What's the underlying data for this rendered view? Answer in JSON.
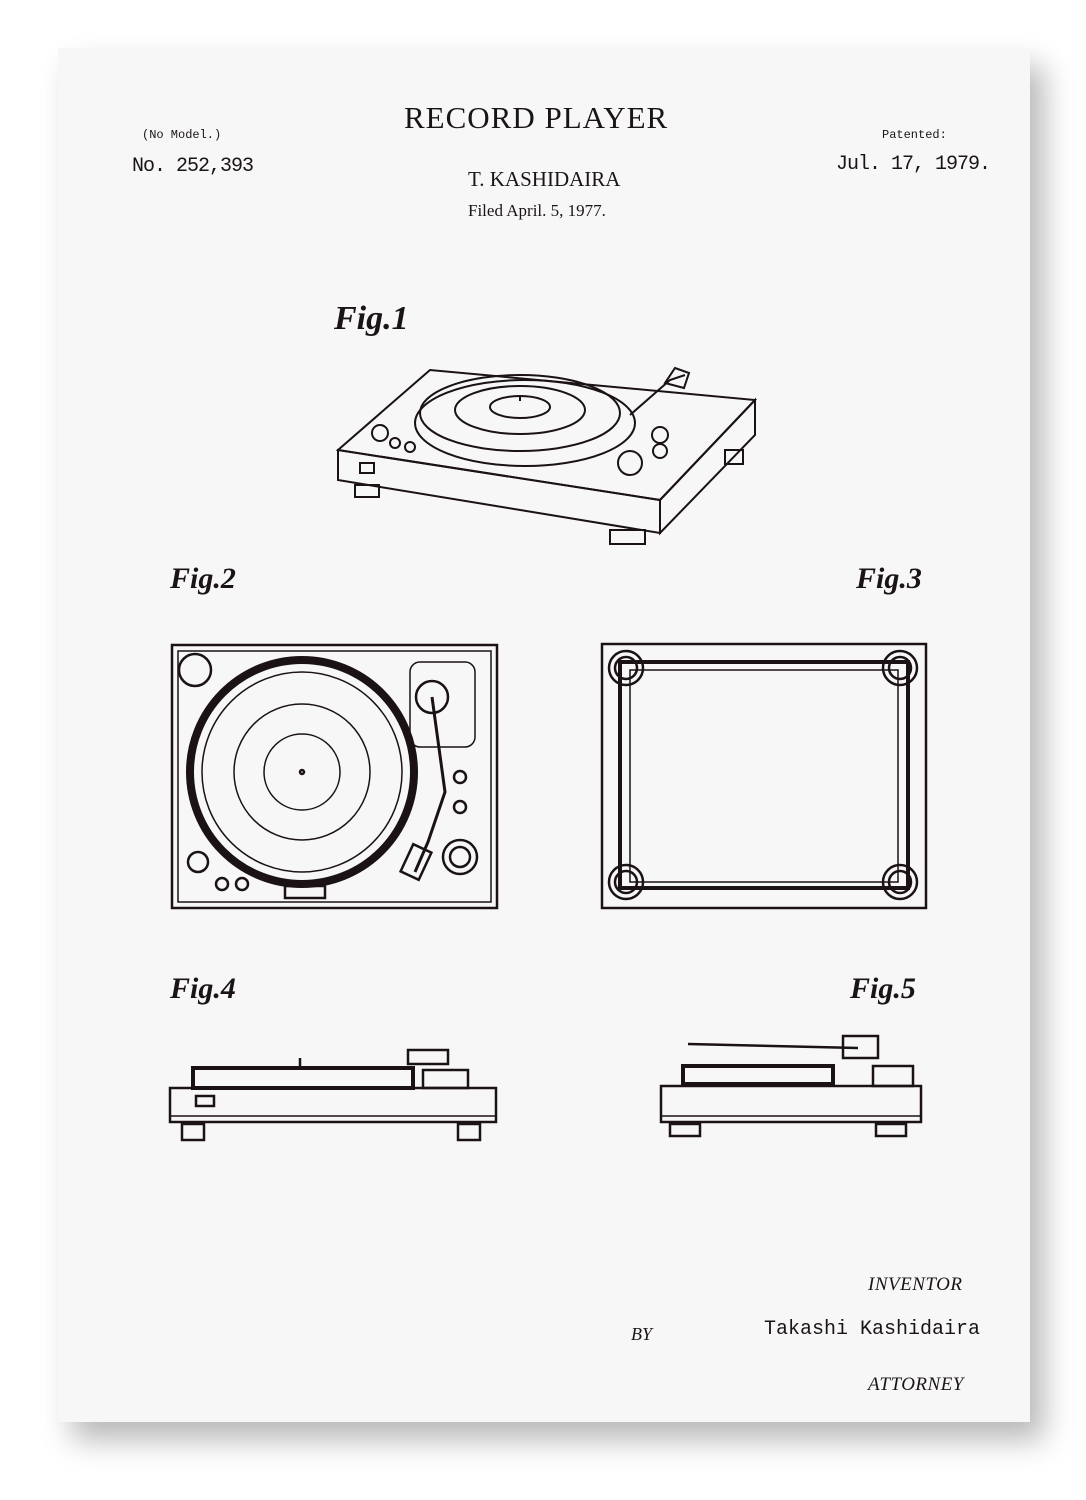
{
  "header": {
    "title": "RECORD PLAYER",
    "model_note": "(No Model.)",
    "patent_number": "No. 252,393",
    "inventor_name": "T. KASHIDAIRA",
    "filed": "Filed April. 5, 1977.",
    "patented_label": "Patented:",
    "patented_date": "Jul. 17, 1979."
  },
  "figures": [
    "Fig.1",
    "Fig.2",
    "Fig.3",
    "Fig.4",
    "Fig.5"
  ],
  "footer": {
    "inventor_label": "INVENTOR",
    "by_label": "BY",
    "signature": "Takashi Kashidaira",
    "attorney_label": "ATTORNEY"
  }
}
